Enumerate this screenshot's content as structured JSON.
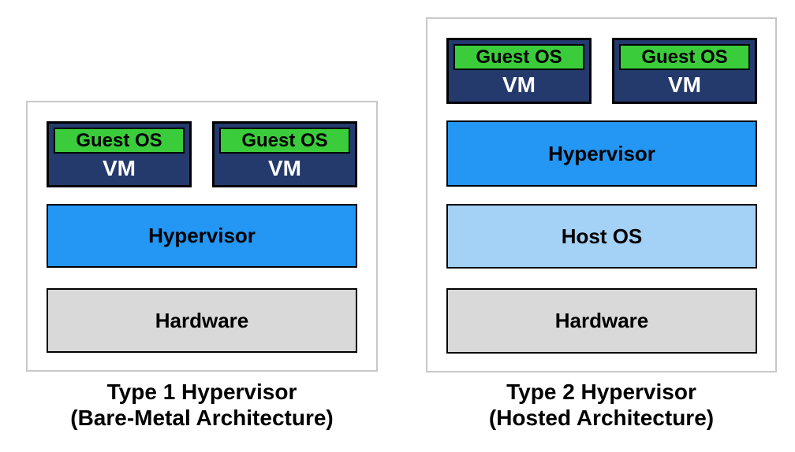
{
  "colors": {
    "vm_box_fill": "#243a6c",
    "guest_os_fill": "#3bcc3b",
    "hypervisor_fill": "#2496f3",
    "host_os_fill": "#a4d2f7",
    "hardware_fill": "#d9d9d9",
    "panel_border": "#c8c8c8",
    "box_border": "#000000",
    "vm_text": "#ffffff",
    "label_text": "#000000"
  },
  "diagrams": [
    {
      "title_line1": "Type 1 Hypervisor",
      "title_line2": "(Bare-Metal Architecture)",
      "vms": [
        {
          "guest_os_label": "Guest OS",
          "vm_label": "VM"
        },
        {
          "guest_os_label": "Guest OS",
          "vm_label": "VM"
        }
      ],
      "layers": [
        {
          "label": "Hypervisor"
        },
        {
          "label": "Hardware"
        }
      ]
    },
    {
      "title_line1": "Type 2 Hypervisor",
      "title_line2": "(Hosted Architecture)",
      "vms": [
        {
          "guest_os_label": "Guest OS",
          "vm_label": "VM"
        },
        {
          "guest_os_label": "Guest OS",
          "vm_label": "VM"
        }
      ],
      "layers": [
        {
          "label": "Hypervisor"
        },
        {
          "label": "Host OS"
        },
        {
          "label": "Hardware"
        }
      ]
    }
  ]
}
